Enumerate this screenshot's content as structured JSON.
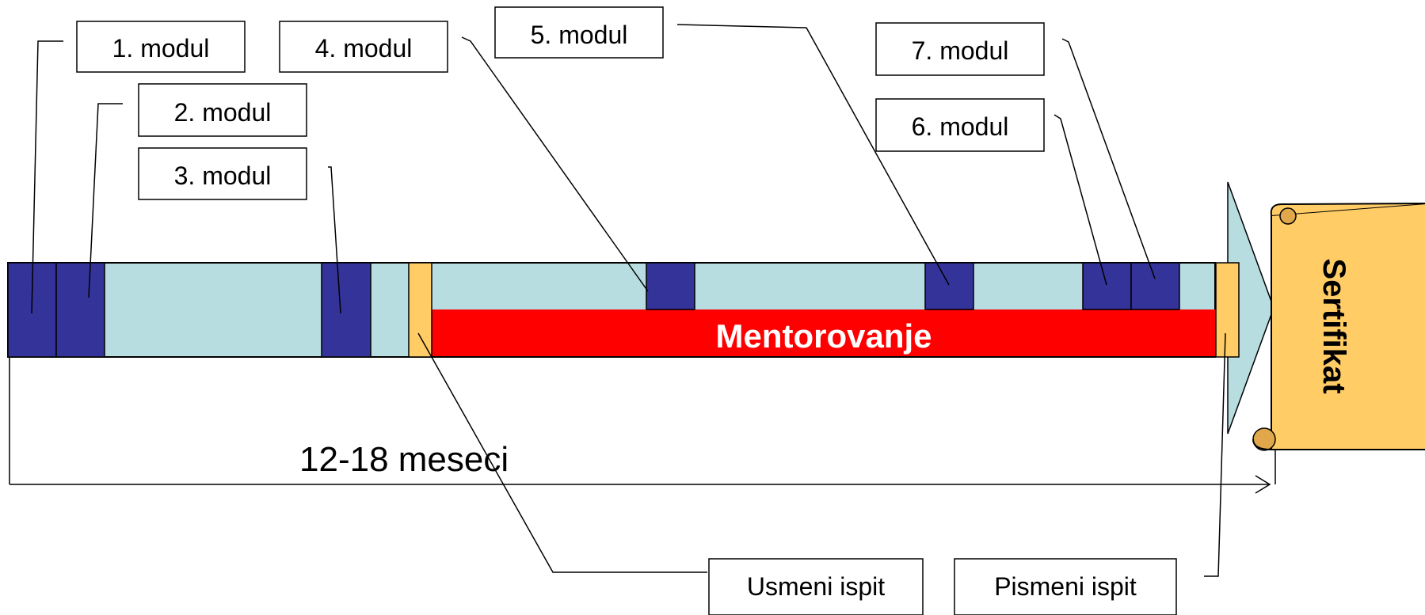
{
  "modules": [
    {
      "id": "m1",
      "label": "1. modul"
    },
    {
      "id": "m2",
      "label": "2. modul"
    },
    {
      "id": "m3",
      "label": "3. modul"
    },
    {
      "id": "m4",
      "label": "4. modul"
    },
    {
      "id": "m5",
      "label": "5. modul"
    },
    {
      "id": "m6",
      "label": "6. modul"
    },
    {
      "id": "m7",
      "label": "7. modul"
    }
  ],
  "exams": {
    "oral": "Usmeni ispit",
    "written": "Pismeni ispit"
  },
  "mentoring": "Mentorovanje",
  "duration": "12-18 meseci",
  "certificate": "Sertifikat",
  "colors": {
    "track": "#b7dde1",
    "module_block": "#333399",
    "exam_block": "#ffcc66",
    "mentoring_bar": "#ff0000",
    "certificate_fill": "#ffcc66",
    "arrow_fill": "#b7dde1",
    "outline": "#000000"
  }
}
